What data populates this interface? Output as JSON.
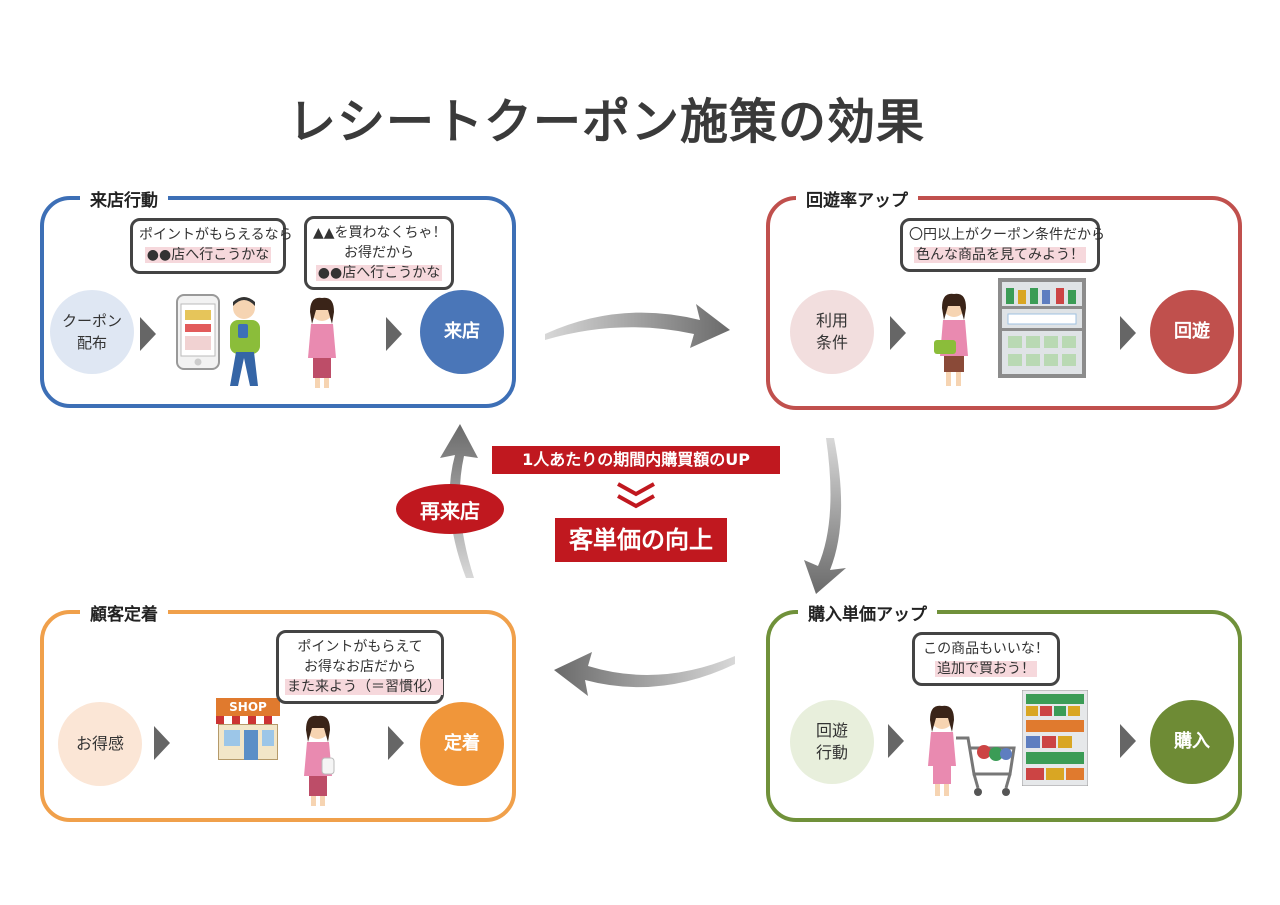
{
  "title": "レシートクーポン施策の効果",
  "panels": {
    "visit": {
      "label": "来店行動",
      "start": "クーポン\n配布",
      "end": "来店",
      "bubble1": [
        "ポイントがもらえるなら",
        "●●店へ行こうかな"
      ],
      "bubble2": [
        "▲▲を買わなくちゃ！",
        "お得だから",
        "●●店へ行こうかな"
      ],
      "color": "#3d6fb6"
    },
    "roaming": {
      "label": "回遊率アップ",
      "start": "利用\n条件",
      "end": "回遊",
      "bubble": [
        "〇円以上がクーポン条件だから",
        "色んな商品を見てみよう！"
      ],
      "color": "#c0504d"
    },
    "unit_price": {
      "label": "購入単価アップ",
      "start": "回遊\n行動",
      "end": "購入",
      "bubble": [
        "この商品もいいな！",
        "追加で買おう！"
      ],
      "color": "#70913a"
    },
    "retention": {
      "label": "顧客定着",
      "start": "お得感",
      "end": "定着",
      "bubble": [
        "ポイントがもらえて",
        "お得なお店だから",
        "また来よう（＝習慣化）"
      ],
      "shop_sign": "SHOP",
      "color": "#f0a04b"
    }
  },
  "center": {
    "banner_top": "1人あたりの期間内購買額のUP",
    "banner_main": "客単価の向上",
    "revisit": "再来店",
    "accent": "#c0181f"
  }
}
